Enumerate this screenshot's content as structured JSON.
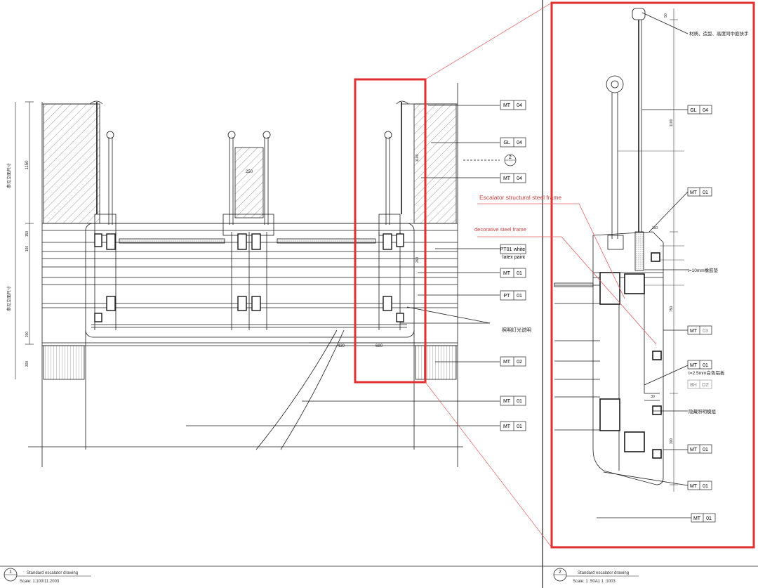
{
  "colors": {
    "line": "#1a1a1a",
    "highlight": "#e03030",
    "callout_text": "#d04040",
    "fine": "#777777"
  },
  "left_tags": [
    {
      "code": "MT",
      "num": "04"
    },
    {
      "code": "GL",
      "num": "04"
    },
    {
      "code": "MT",
      "num": "04"
    },
    {
      "code": "PT01",
      "num": "white",
      "note": "latex paint"
    },
    {
      "code": "MT",
      "num": "01"
    },
    {
      "code": "PT",
      "num": "01"
    },
    {
      "code": "MT",
      "num": "02"
    },
    {
      "code": "MT",
      "num": "01"
    },
    {
      "code": "MT",
      "num": "01"
    }
  ],
  "section_bubble": "2",
  "left_notes": {
    "lighting_cn": "照明灯光说明"
  },
  "left_dims": {
    "height_1150": "1150",
    "width_680": "680",
    "width_430": "430",
    "gap_250": "250",
    "v_left_upper": "参见立面尺寸",
    "v_left_lower": "参见立面尺寸",
    "d150": "150",
    "d160": "160",
    "d200": "200",
    "d300": "300",
    "d1100": "1100",
    "d260": "260"
  },
  "callouts": {
    "structural": "Escalator structural steel frame",
    "decorative": "decorative steel frame"
  },
  "right_tags": [
    {
      "code": "GL",
      "num": "04"
    },
    {
      "code": "MT",
      "num": "01"
    },
    {
      "code": "MT",
      "num": "03"
    },
    {
      "code": "MT",
      "num": "01"
    },
    {
      "code": "BH",
      "num": "OZ"
    },
    {
      "code": "MT",
      "num": "01"
    },
    {
      "code": "MT",
      "num": "01"
    },
    {
      "code": "MT",
      "num": "01"
    }
  ],
  "right_notes": {
    "handrail_cn": "材质、造型、高度同中庭扶手",
    "rubber_cn": "t=10mm橡胶垫",
    "panel_cn": "t=2.5mm白色铝板",
    "hidden_cn": "隐藏照明模组"
  },
  "right_dims": {
    "d50": "50",
    "d1100": "1100",
    "d750": "750",
    "d300": "300",
    "d30": "30",
    "d150": "150"
  },
  "titles": {
    "left_num": "1",
    "left_title": "Standard escalator drawing",
    "left_scale": "Scale: 1:100/11:2003",
    "right_num": "2",
    "right_title": "Standard escalator drawing",
    "right_scale": "Scale: 1 :50A1 1 :1003"
  }
}
